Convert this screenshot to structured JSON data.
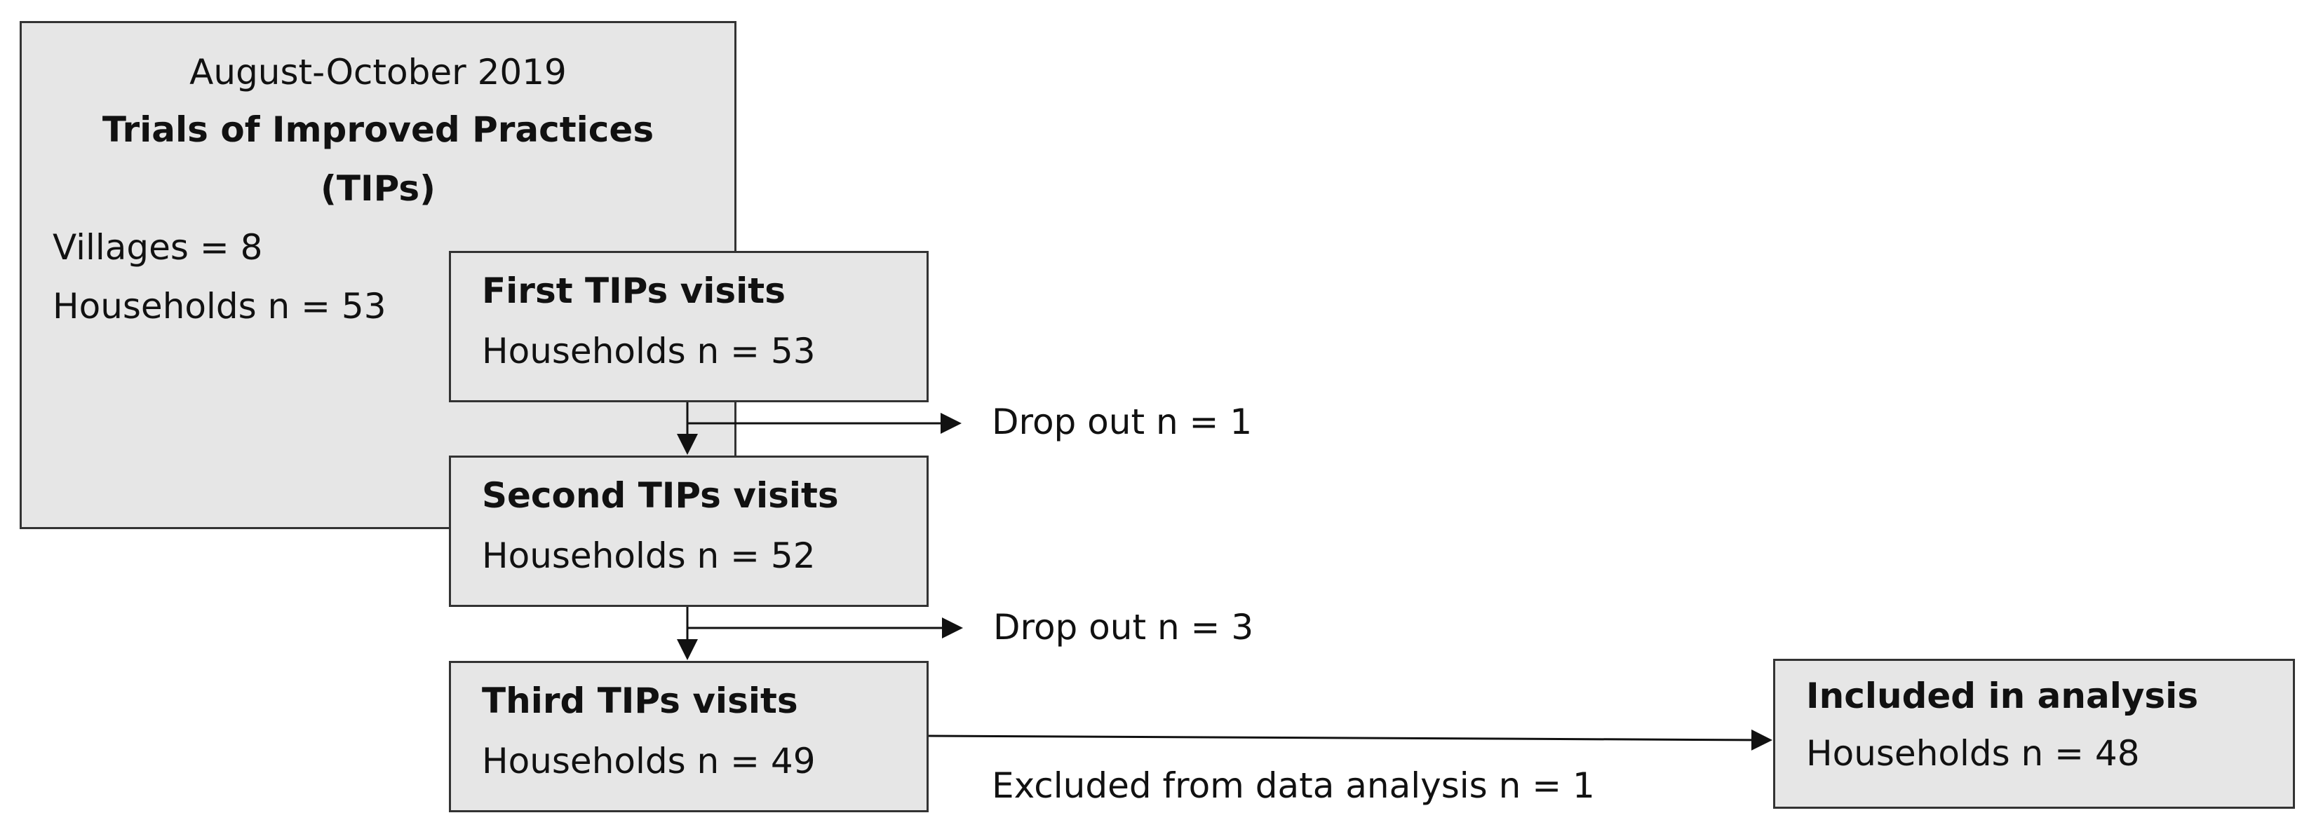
{
  "main_box": {
    "period": "August-October 2019",
    "title_line1": "Trials of Improved Practices",
    "title_line2": "(TIPs)",
    "villages": "Villages = 8",
    "households": "Households n = 53"
  },
  "visits": [
    {
      "title": "First TIPs visits",
      "households": "Households n = 53"
    },
    {
      "title": "Second TIPs visits",
      "households": "Households n = 52"
    },
    {
      "title": "Third TIPs visits",
      "households": "Households n = 49"
    }
  ],
  "dropouts": [
    {
      "label": "Drop out n = 1"
    },
    {
      "label": "Drop out n = 3"
    }
  ],
  "excluded": "Excluded from data analysis n = 1",
  "result": {
    "title": "Included in analysis",
    "households": "Households n = 48"
  },
  "colors": {
    "box_fill": "#e6e6e6",
    "border": "#333333",
    "line": "#111111",
    "text": "#111111"
  }
}
